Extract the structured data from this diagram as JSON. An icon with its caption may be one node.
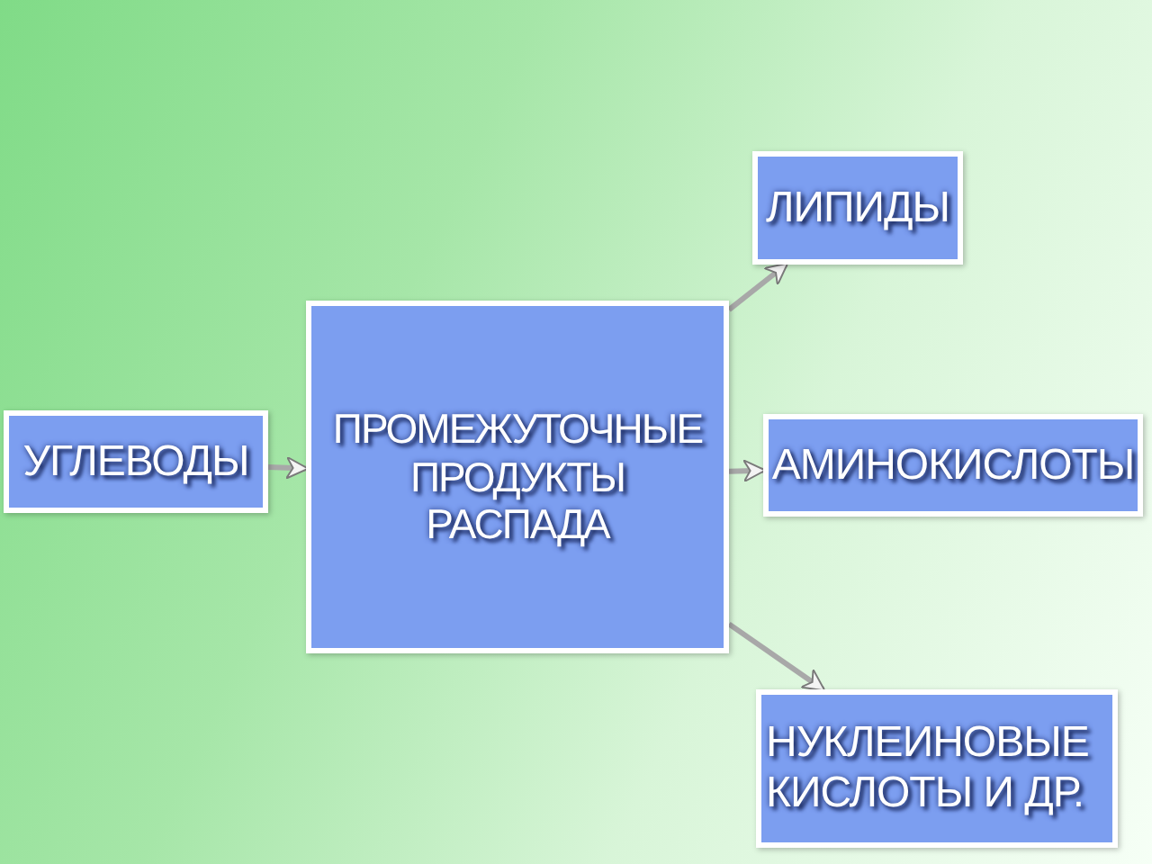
{
  "diagram": {
    "nodes": [
      {
        "text": [
          "УГЛЕВОДЫ"
        ]
      },
      {
        "text": [
          "ПРОМЕЖУТОЧНЫЕ ПРОДУКТЫ РАСПАДА"
        ]
      },
      {
        "text": [
          "ЛИПИДЫ"
        ]
      },
      {
        "text": [
          "АМИНОКИСЛОТЫ"
        ]
      },
      {
        "text": [
          "НУКЛЕИНОВЫЕ КИСЛОТЫ И ДР."
        ]
      }
    ],
    "edges": [
      {
        "from": 0,
        "to": 1,
        "arrow": "to"
      },
      {
        "from": 1,
        "to": 2,
        "arrow": "to"
      },
      {
        "from": 1,
        "to": 3,
        "arrow": "to"
      },
      {
        "from": 1,
        "to": 4,
        "arrow": "to"
      }
    ]
  }
}
